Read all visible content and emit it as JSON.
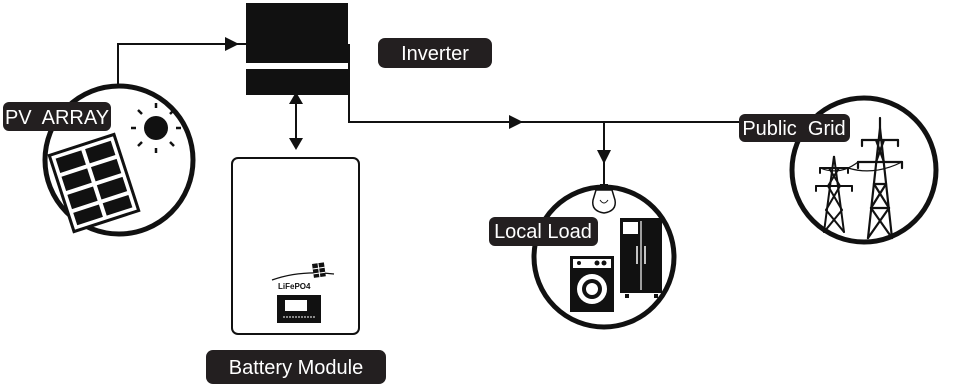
{
  "labels": {
    "inverter": "Inverter",
    "pv_array": "PV  ARRAY",
    "public_grid": "Public  Grid",
    "local_load": "Local Load",
    "battery_module": "Battery Module",
    "battery_brand": "LiFePO4"
  },
  "colors": {
    "ink": "#111111",
    "label_fill": "#231f20",
    "background": "#ffffff"
  },
  "icons": [
    "sun-icon",
    "solar-panel-icon",
    "inverter-icon",
    "battery-icon",
    "light-bulb-icon",
    "washing-machine-icon",
    "refrigerator-icon",
    "power-tower-icon"
  ]
}
